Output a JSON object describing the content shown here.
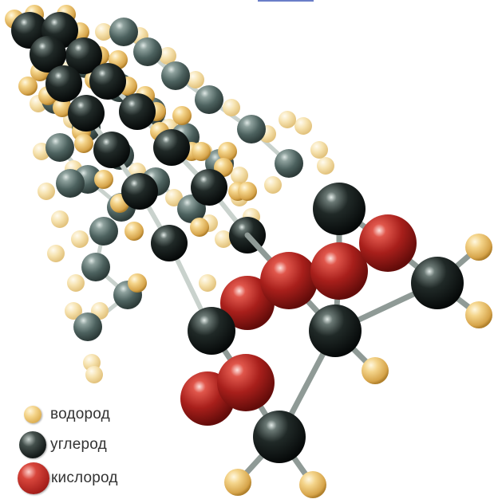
{
  "legend": {
    "hydrogen": {
      "label": "водород",
      "color": "#f0cd7e"
    },
    "carbon": {
      "label": "углерод",
      "color": "#1b2321"
    },
    "oxygen": {
      "label": "кислород",
      "color": "#b82620"
    }
  },
  "colors": {
    "back_carbon": "#4f6461",
    "bond": "#c9d2cd",
    "front_bond": "#8f9a96"
  }
}
